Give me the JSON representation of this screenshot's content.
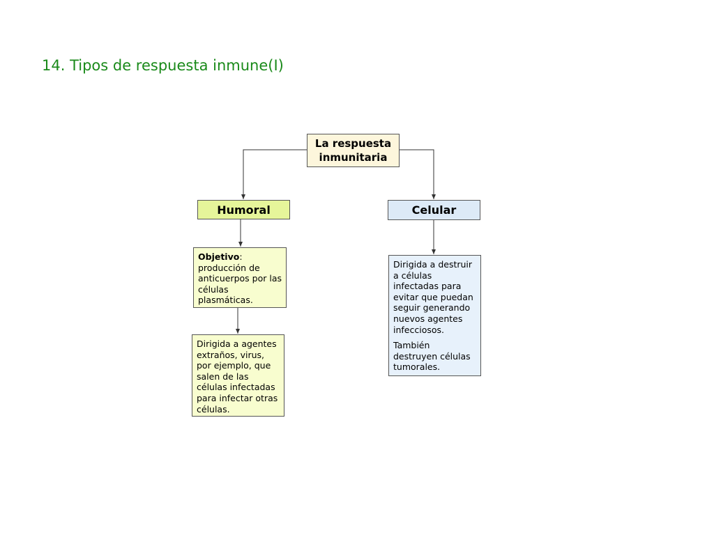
{
  "title": "14. Tipos de respuesta inmune(I)",
  "diagram": {
    "root": {
      "label": "La respuesta inmunitaria"
    },
    "humoral": {
      "label": "Humoral",
      "objective": {
        "label": "Objetivo",
        "separator": ":",
        "text": "producción de anticuerpos por las células plasmáticas."
      },
      "description": "Dirigida a agentes extraños, virus, por ejemplo, que salen de las células infectadas para infectar otras células."
    },
    "celular": {
      "label": "Celular",
      "description": "Dirigida a destruir a células infectadas para evitar que puedan seguir generando nuevos agentes infecciosos.",
      "extra": "También destruyen células tumorales."
    }
  }
}
